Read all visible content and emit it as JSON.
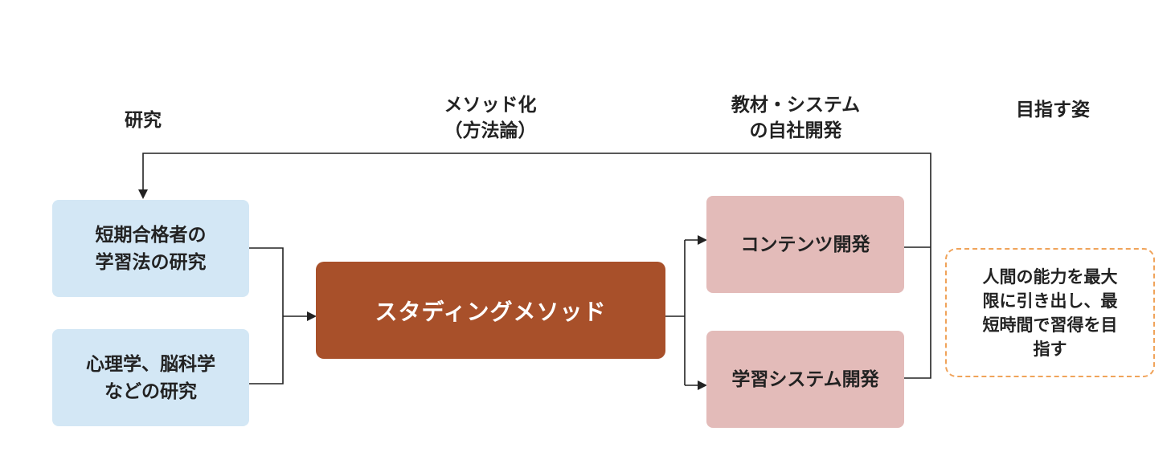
{
  "headers": {
    "research": "研究",
    "method": [
      "メソッド化",
      "（方法論）"
    ],
    "materials": [
      "教材・システム",
      "の自社開発"
    ],
    "goal": "目指す姿"
  },
  "research_boxes": [
    [
      "短期合格者の",
      "学習法の研究"
    ],
    [
      "心理学、脳科学",
      "などの研究"
    ]
  ],
  "method_box": "スタディングメソッド",
  "dev_boxes": [
    "コンテンツ開発",
    "学習システム開発"
  ],
  "goal_box": [
    "人間の能力を最大",
    "限に引き出し、最",
    "短時間で習得を目",
    "指す"
  ],
  "colors": {
    "research_fill": "#d3e7f5",
    "method_fill": "#a8502a",
    "dev_fill": "#e3bbb9",
    "goal_border": "#f0a35a",
    "connector": "#222222"
  }
}
